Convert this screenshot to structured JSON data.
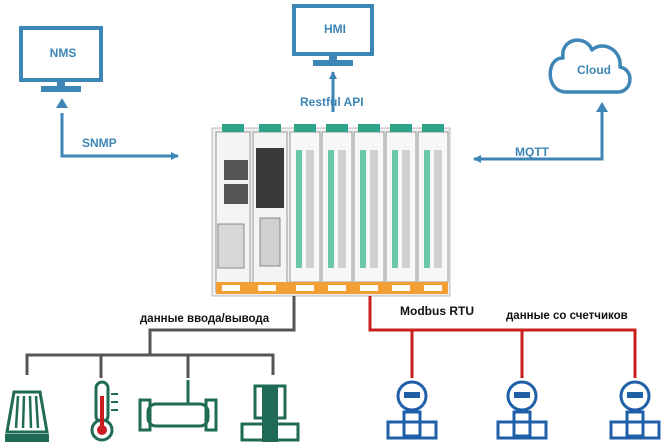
{
  "nodes": {
    "nms": "NMS",
    "hmi": "HMI",
    "cloud": "Cloud"
  },
  "links": {
    "snmp": "SNMP",
    "restful": "Restful API",
    "mqtt": "MQTT",
    "modbus": "Modbus RTU"
  },
  "buses": {
    "io": "данные ввода/вывода",
    "meters": "данные со счетчиков"
  },
  "colors": {
    "accent_blue": "#3d86b5",
    "bus_gray": "#555555",
    "bus_red": "#c81e1e",
    "meter_blue": "#1f5fa8",
    "device_green": "#1f6b55"
  }
}
